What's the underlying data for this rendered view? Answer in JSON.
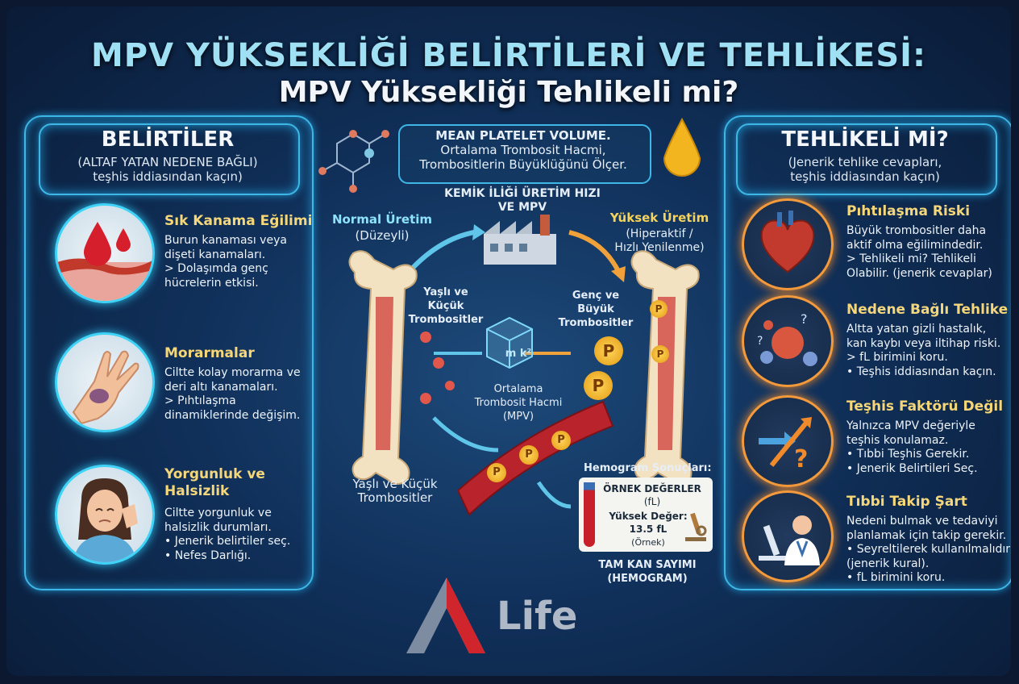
{
  "header": {
    "title_line1": "MPV YÜKSEKLİĞİ BELİRTİLERİ VE TEHLİKESİ:",
    "title_line2": "MPV Yüksekliği Tehlikeli mi?"
  },
  "left_panel": {
    "title": "BELİRTİLER",
    "subtitle": "(ALTAF YATAN NEDENE BAĞLI)\nteşhis iddiasından kaçın)",
    "items": [
      {
        "icon": "blood-drop-icon",
        "heading": "Sık Kanama Eğilimi",
        "text": "Burun kanaması veya\ndişeti kanamaları.\n> Dolaşımda genç\nhücrelerin etkisi."
      },
      {
        "icon": "bruised-hand-icon",
        "heading": "Morarmalar",
        "text": "Ciltte kolay morarma ve\nderi altı kanamaları.\n> Pıhtılaşma\ndinamiklerinde değişim."
      },
      {
        "icon": "tired-person-icon",
        "heading": "Yorgunluk ve\nHalsizlik",
        "text": "Ciltte yorgunluk ve\nhalsizlik durumları.\n• Jenerik belirtiler seç.\n• Nefes Darlığı."
      }
    ]
  },
  "right_panel": {
    "title": "TEHLİKELİ Mİ?",
    "subtitle": "(Jenerik tehlike cevapları,\nteşhis iddiasından kaçın)",
    "items": [
      {
        "icon": "heart-icon",
        "heading": "Pıhtılaşma Riski",
        "text": "Büyük trombositler daha\naktif olma eğilimindedir.\n> Tehlikeli mi? Tehlikeli\nOlabilir. (jenerik cevaplar)"
      },
      {
        "icon": "cells-question-icon",
        "heading": "Nedene Bağlı Tehlike",
        "text": "Altta yatan gizli hastalık,\nkan kaybı veya iltihap riski.\n> fL birimini koru.\n• Teşhis iddiasından kaçın."
      },
      {
        "icon": "arrows-question-icon",
        "heading": "Teşhis Faktörü Değil",
        "text": "Yalnızca MPV değeriyle\nteşhis konulamaz.\n• Tıbbi Teşhis Gerekir.\n• Jenerik Belirtileri Seç."
      },
      {
        "icon": "doctor-microscope-icon",
        "heading": "Tıbbi Takip Şart",
        "text": "Nedeni bulmak ve tedaviyi\nplanlamak için takip gerekir.\n• Seyreltilerek kullanılmalıdır\n  (jenerik kural).\n• fL birimini koru."
      }
    ]
  },
  "center": {
    "mpv_box_line1": "MEAN PLATELET VOLUME.",
    "mpv_box_line2": "Ortalama Trombosit Hacmi,",
    "mpv_box_line3": "Trombositlerin Büyüklüğünü Ölçer.",
    "bone_marrow_label": "KEMİK İLİĞİ ÜRETİM HIZI\nVE MPV",
    "normal_title": "Normal Üretim",
    "normal_sub": "(Düzeyli)",
    "high_title": "Yüksek Üretim",
    "high_sub": "(Hiperaktif /\nHızlı Yenilenme)",
    "old_small": "Yaşlı ve\nKüçük\nTrombositler",
    "young_big": "Genç ve\nBüyük\nTrombositler",
    "cube_label": "Ortalama\nTrombosit Hacmi\n(MPV)",
    "cube_letters": "m k²",
    "bottom_left_label": "Yaşlı ve Küçük\nTrombositler",
    "platelet_letter": "P",
    "hemogram_title": "Hemogram Sonuçları:",
    "sample_values": "ÖRNEK DEĞERLER",
    "unit": "(fL)",
    "high_value_label": "Yüksek Değer:",
    "high_value": "13.5 fL",
    "example": "(Örnek)",
    "cbc_label": "TAM KAN SAYIMI\n(HEMOGRAM)"
  },
  "logo": {
    "text": "Life"
  },
  "colors": {
    "accent_cyan": "#3fd4f7",
    "accent_orange": "#f39a3c",
    "heading_yellow": "#f5d77a",
    "blood_red": "#c8202a"
  }
}
